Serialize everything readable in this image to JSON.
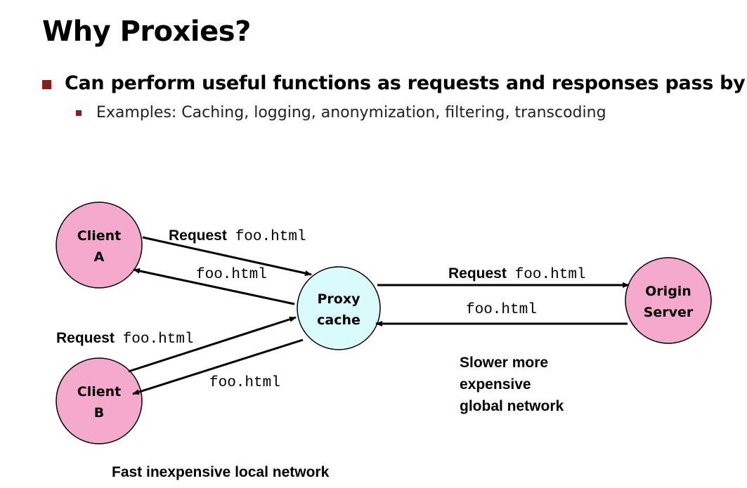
{
  "slide": {
    "title": "Why Proxies?",
    "bullet1": "Can perform useful functions as requests and responses pass by",
    "bullet2": "Examples: Caching, logging, anonymization, filtering, transcoding"
  },
  "diagram": {
    "client_a": {
      "line1": "Client",
      "line2": "A"
    },
    "client_b": {
      "line1": "Client",
      "line2": "B"
    },
    "proxy": {
      "line1": "Proxy",
      "line2": "cache"
    },
    "origin": {
      "line1": "Origin",
      "line2": "Server"
    },
    "request_word": "Request",
    "file": "foo.html",
    "global_note": [
      "Slower more",
      "expensive",
      "global network"
    ],
    "local_note": "Fast inexpensive local network",
    "colors": {
      "client_fill": "#f5aacd",
      "proxy_fill": "#d9fbfb",
      "bullet": "#8b1a1a"
    }
  }
}
